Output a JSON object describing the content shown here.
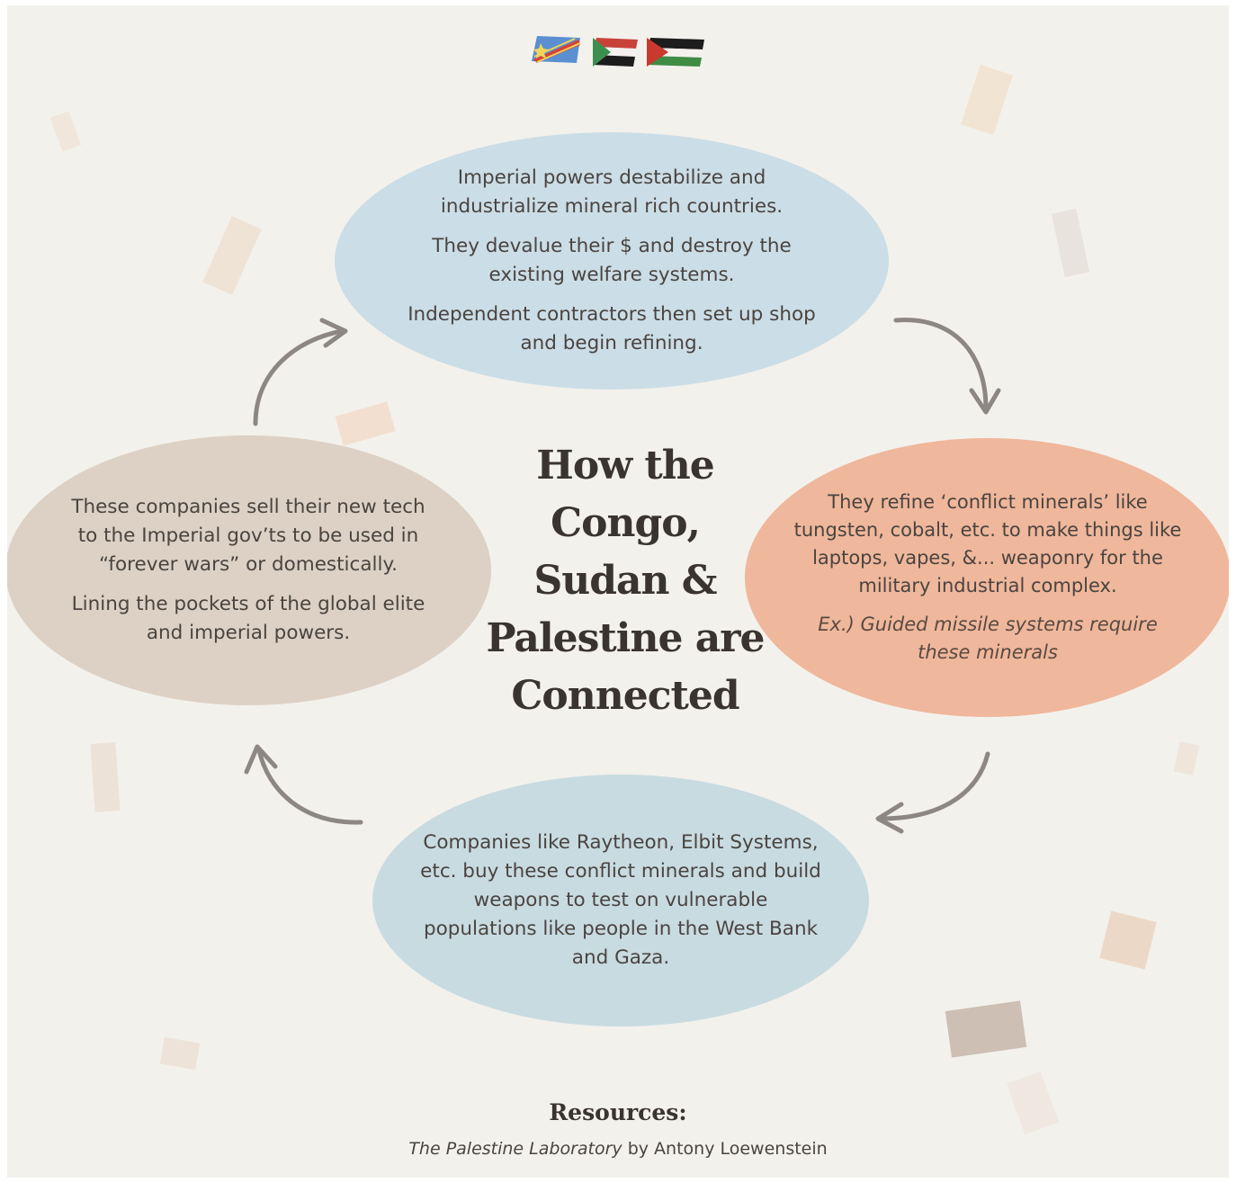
{
  "title": "How the\nCongo,\nSudan &\nPalestine are\nConnected",
  "steps": {
    "top": {
      "p1": "Imperial powers destabilize and industrialize mineral rich countries.",
      "p2": "They devalue their $ and destroy the existing welfare systems.",
      "p3": "Independent contractors then set up shop and begin refining."
    },
    "right": {
      "p1": "They refine ‘conflict minerals’ like tungsten, cobalt, etc. to make things like laptops, vapes, &... weaponry for the military industrial complex.",
      "p2": "Ex.) Guided missile systems require these minerals"
    },
    "bottom": {
      "p1": "Companies like Raytheon, Elbit Systems, etc. buy these conflict minerals and build weapons to test on vulnerable populations like people in the West Bank and Gaza."
    },
    "left": {
      "p1": "These companies sell their new tech to the Imperial gov’ts to be used in “forever wars” or domestically.",
      "p2": "Lining the pockets of the global elite and imperial powers."
    }
  },
  "resources": {
    "heading": "Resources:",
    "book_title": "The Palestine Laboratory",
    "author_text": " by Antony Loewenstein"
  },
  "colors": {
    "background": "#f3f1ec",
    "oval_top": "#cbdde6",
    "oval_right": "#efb79b",
    "oval_bottom": "#c8dbe1",
    "oval_left": "#dcd1c4",
    "arrow": "#8d8782",
    "text": "#4a4440"
  },
  "icons": [
    "congo-flag-icon",
    "sudan-flag-icon",
    "palestine-flag-icon"
  ]
}
